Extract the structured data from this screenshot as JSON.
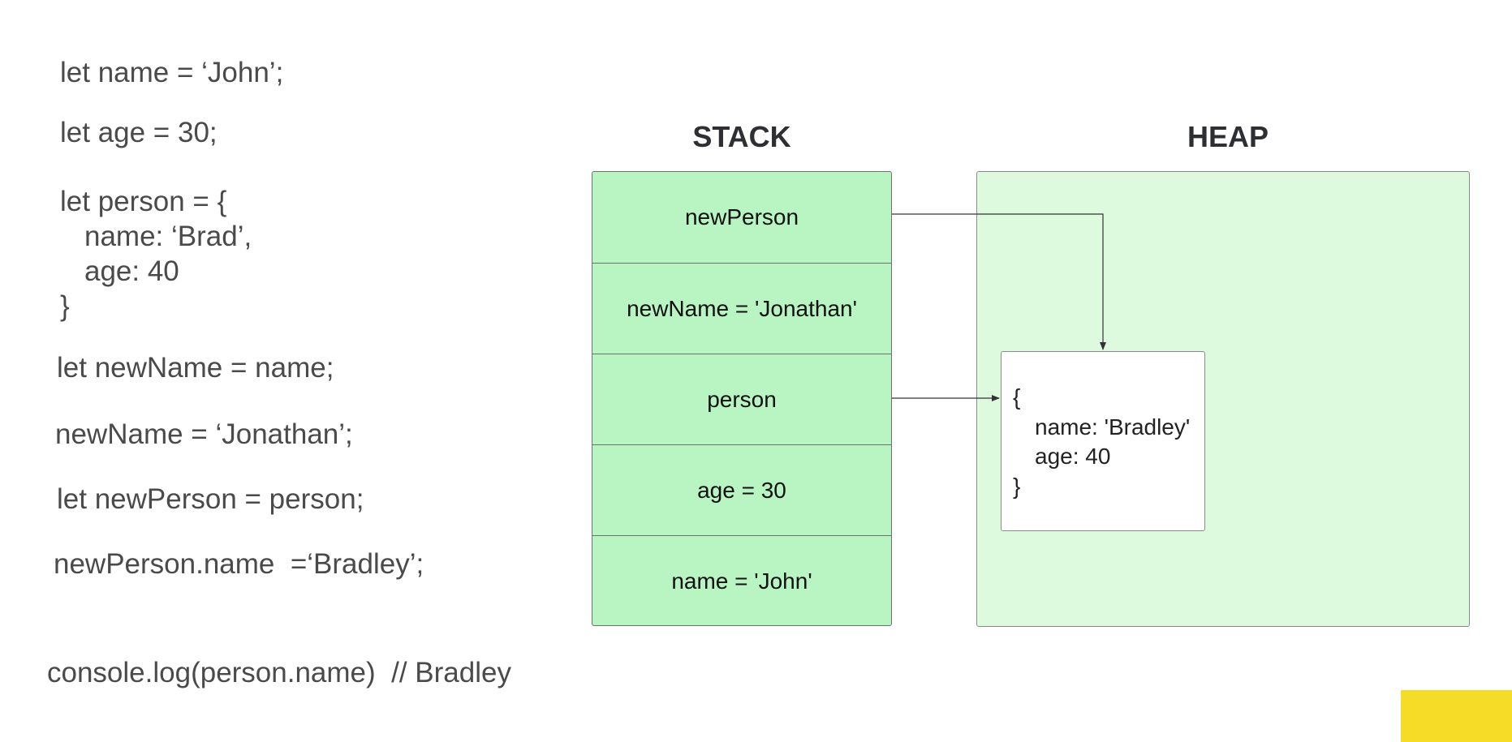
{
  "code": {
    "line1": "let name = ‘John’;",
    "line2": "let age = 30;",
    "line3": "let person = {",
    "line4": "name: ‘Brad’,",
    "line5": "age: 40",
    "line6": "}",
    "line7": "let newName = name;",
    "line8": "newName = ‘Jonathan’;",
    "line9": "let newPerson = person;",
    "line10": "newPerson.name  =‘Bradley’;",
    "line11": "console.log(person.name)  // Bradley"
  },
  "stack": {
    "title": "STACK",
    "cells": [
      "newPerson",
      "newName = 'Jonathan'",
      "person",
      "age = 30",
      "name = 'John'"
    ]
  },
  "heap": {
    "title": "HEAP",
    "object": {
      "open": "{",
      "name_line": "name: 'Bradley'",
      "age_line": "age: 40",
      "close": "}"
    }
  },
  "colors": {
    "stack_fill": "#b8f5c3",
    "heap_fill": "#ddfadf",
    "accent_block": "#f6dc26"
  }
}
